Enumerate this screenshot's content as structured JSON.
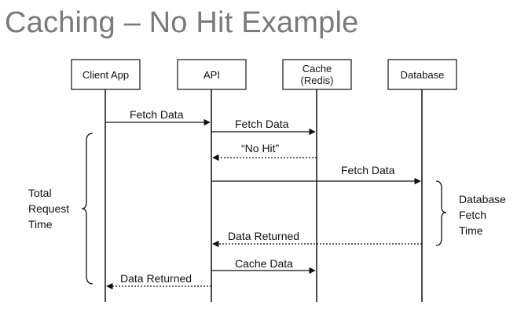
{
  "title": "Caching – No Hit Example",
  "participants": {
    "client": "Client App",
    "api": "API",
    "cache_line1": "Cache",
    "cache_line2": "(Redis)",
    "database": "Database"
  },
  "messages": [
    {
      "label": "Fetch Data",
      "style": "solid"
    },
    {
      "label": "Fetch Data",
      "style": "solid"
    },
    {
      "label": "“No Hit”",
      "style": "dotted"
    },
    {
      "label": "Fetch Data",
      "style": "solid"
    },
    {
      "label": "Data Returned",
      "style": "dotted"
    },
    {
      "label": "Cache Data",
      "style": "solid"
    },
    {
      "label": "Data Returned",
      "style": "dotted"
    }
  ],
  "annotations": {
    "total_line1": "Total",
    "total_line2": "Request",
    "total_line3": "Time",
    "db_line1": "Database",
    "db_line2": "Fetch",
    "db_line3": "Time"
  }
}
